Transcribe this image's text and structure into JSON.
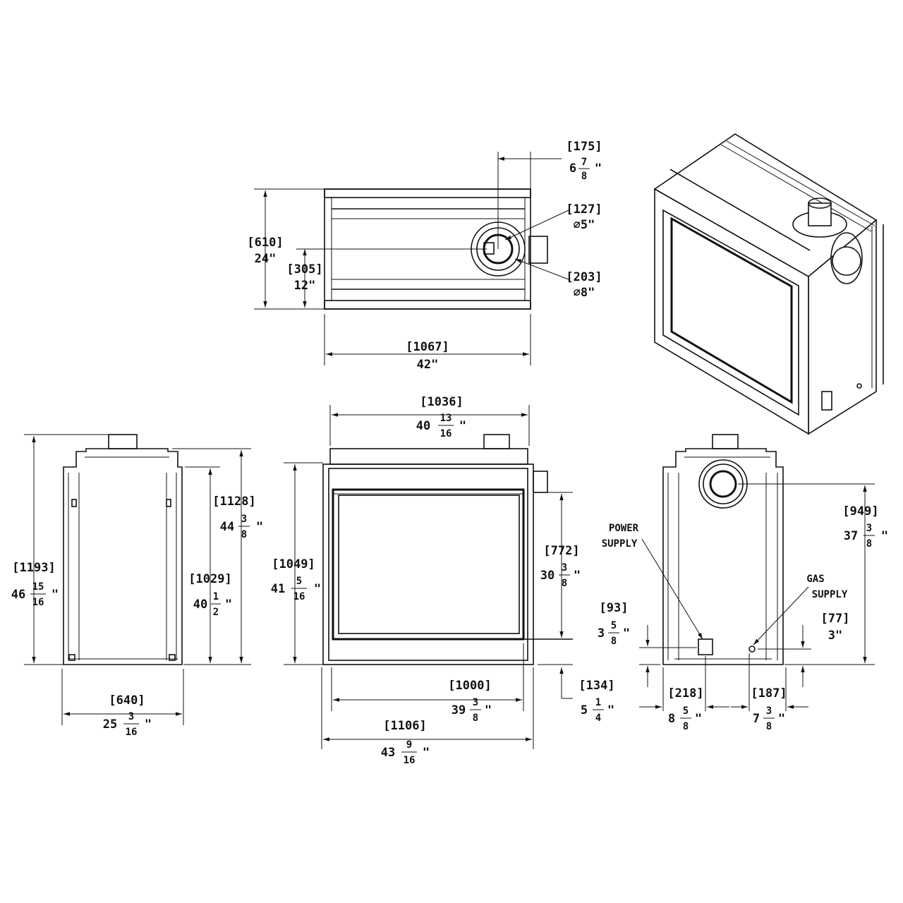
{
  "top_view": {
    "offset_mm": "[175]",
    "offset_in_whole": "6",
    "offset_in_num": "7",
    "offset_in_den": "8",
    "inner_mm": "[127]",
    "inner_in": "∅5\"",
    "outer_mm": "[203]",
    "outer_in": "∅8\"",
    "depth_mm": "[610]",
    "depth_in": "24\"",
    "half_mm": "[305]",
    "half_in": "12\"",
    "width_mm": "[1067]",
    "width_in": "42\""
  },
  "side_view": {
    "height_mm": "[1193]",
    "height_in_whole": "46",
    "height_in_num": "15",
    "height_in_den": "16",
    "top_mm": "[1128]",
    "top_in_whole": "44",
    "top_in_num": "3",
    "top_in_den": "8",
    "frame_mm": "[1029]",
    "frame_in_whole": "40",
    "frame_in_num": "1",
    "frame_in_den": "2",
    "depth_mm": "[640]",
    "depth_in_whole": "25",
    "depth_in_num": "3",
    "depth_in_den": "16"
  },
  "front_view": {
    "top_width_mm": "[1036]",
    "top_width_in_whole": "40",
    "top_width_in_num": "13",
    "top_width_in_den": "16",
    "height_mm": "[1049]",
    "height_in_whole": "41",
    "height_in_num": "5",
    "height_in_den": "16",
    "vent_mm": "[772]",
    "vent_in_whole": "30",
    "vent_in_num": "3",
    "vent_in_den": "8",
    "base_mm": "[134]",
    "base_in_whole": "5",
    "base_in_num": "1",
    "base_in_den": "4",
    "glass_mm": "[1000]",
    "glass_in_whole": "39",
    "glass_in_num": "3",
    "glass_in_den": "8",
    "overall_mm": "[1106]",
    "overall_in_whole": "43",
    "overall_in_num": "9",
    "overall_in_den": "16"
  },
  "rear_view": {
    "power_label_1": "POWER",
    "power_label_2": "SUPPLY",
    "gas_label_1": "GAS",
    "gas_label_2": "SUPPLY",
    "vent_mm": "[949]",
    "vent_in_whole": "37",
    "vent_in_num": "3",
    "vent_in_den": "8",
    "power_h_mm": "[93]",
    "power_h_in_whole": "3",
    "power_h_in_num": "5",
    "power_h_in_den": "8",
    "gas_h_mm": "[77]",
    "gas_h_in": "3\"",
    "power_x_mm": "[218]",
    "power_x_in_whole": "8",
    "power_x_in_num": "5",
    "power_x_in_den": "8",
    "gas_x_mm": "[187]",
    "gas_x_in_whole": "7",
    "gas_x_in_num": "3",
    "gas_x_in_den": "8"
  },
  "colors": {
    "line": "#111111",
    "background": "#ffffff"
  }
}
